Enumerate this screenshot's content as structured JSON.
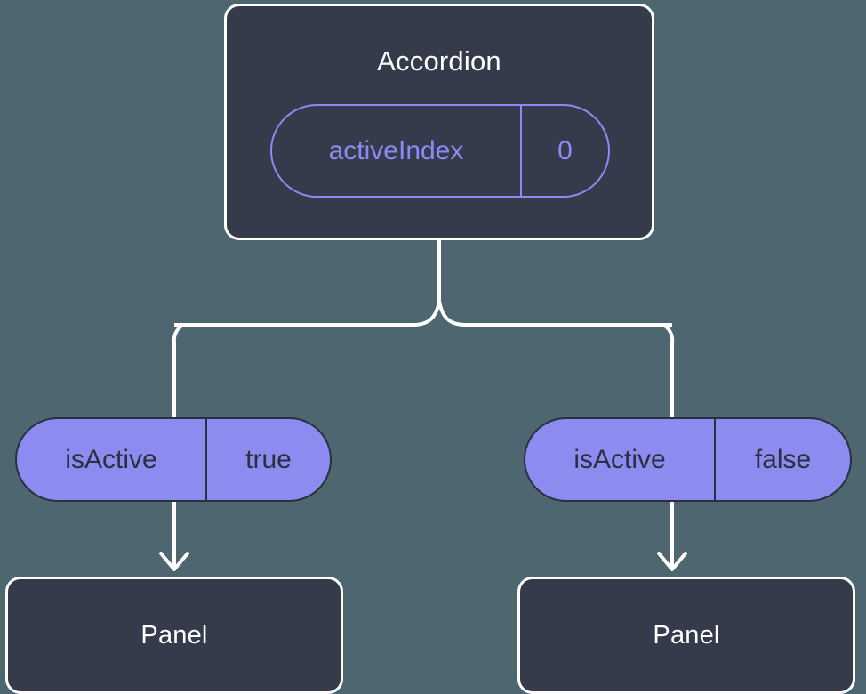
{
  "diagram": {
    "title_node": {
      "label": "Accordion",
      "prop": {
        "key": "activeIndex",
        "value": "0"
      }
    },
    "branches": [
      {
        "prop": {
          "key": "isActive",
          "value": "true"
        },
        "child": {
          "label": "Panel"
        }
      },
      {
        "prop": {
          "key": "isActive",
          "value": "false"
        },
        "child": {
          "label": "Panel"
        }
      }
    ],
    "colors": {
      "background": "#4d6670",
      "card_fill": "#353b4a",
      "card_border": "#ffffff",
      "accent_outline": "#8b8bf5",
      "accent_fill": "#8b8bf0",
      "accent_text": "#2b3040",
      "connector": "#ffffff"
    }
  }
}
